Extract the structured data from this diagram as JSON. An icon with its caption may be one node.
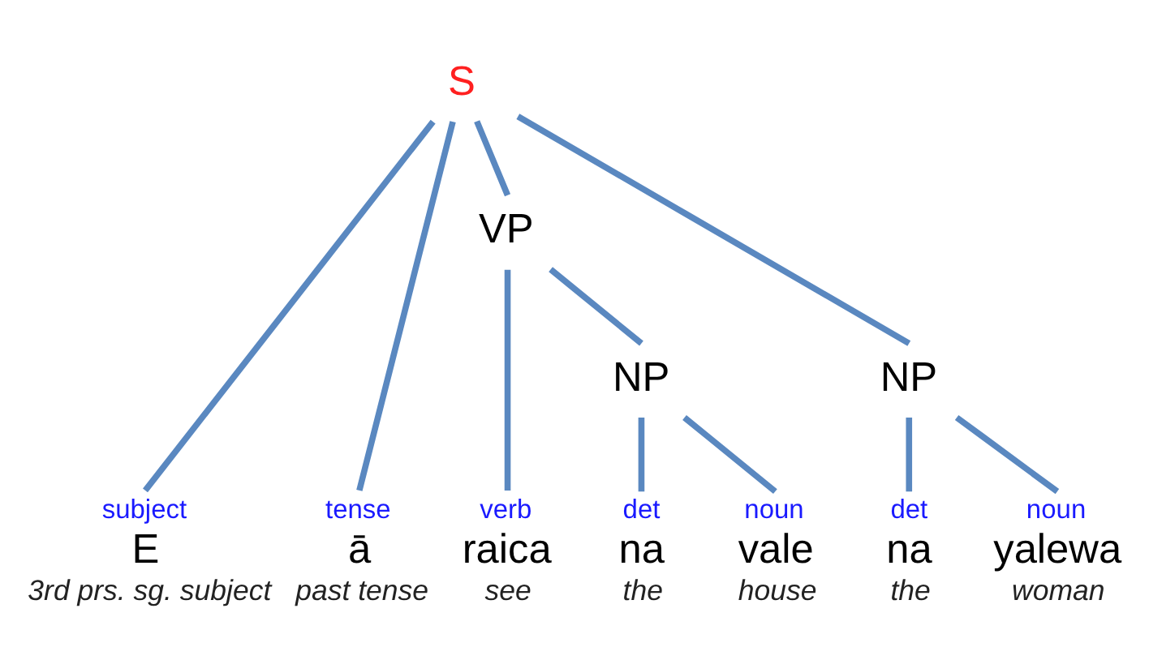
{
  "diagram": {
    "nodes": [
      {
        "text": [
          "S"
        ]
      },
      {
        "text": [
          "VP"
        ]
      },
      {
        "text": [
          "NP"
        ]
      },
      {
        "text": [
          "NP"
        ]
      },
      {
        "text": [
          "subject",
          "E",
          "3rd prs. sg. subject"
        ]
      },
      {
        "text": [
          "tense",
          "ā",
          "past tense"
        ]
      },
      {
        "text": [
          "verb",
          "raica",
          "see"
        ]
      },
      {
        "text": [
          "det",
          "na",
          "the"
        ]
      },
      {
        "text": [
          "noun",
          "vale",
          "house"
        ]
      },
      {
        "text": [
          "det",
          "na",
          "the"
        ]
      },
      {
        "text": [
          "noun",
          "yalewa",
          "woman"
        ]
      }
    ],
    "edges": [
      {
        "from": 0,
        "to": 4,
        "arrow": "none"
      },
      {
        "from": 0,
        "to": 5,
        "arrow": "none"
      },
      {
        "from": 0,
        "to": 1,
        "arrow": "none"
      },
      {
        "from": 0,
        "to": 3,
        "arrow": "none"
      },
      {
        "from": 1,
        "to": 6,
        "arrow": "none"
      },
      {
        "from": 1,
        "to": 2,
        "arrow": "none"
      },
      {
        "from": 2,
        "to": 7,
        "arrow": "none"
      },
      {
        "from": 2,
        "to": 8,
        "arrow": "none"
      },
      {
        "from": 3,
        "to": 9,
        "arrow": "none"
      },
      {
        "from": 3,
        "to": 10,
        "arrow": "none"
      }
    ]
  }
}
